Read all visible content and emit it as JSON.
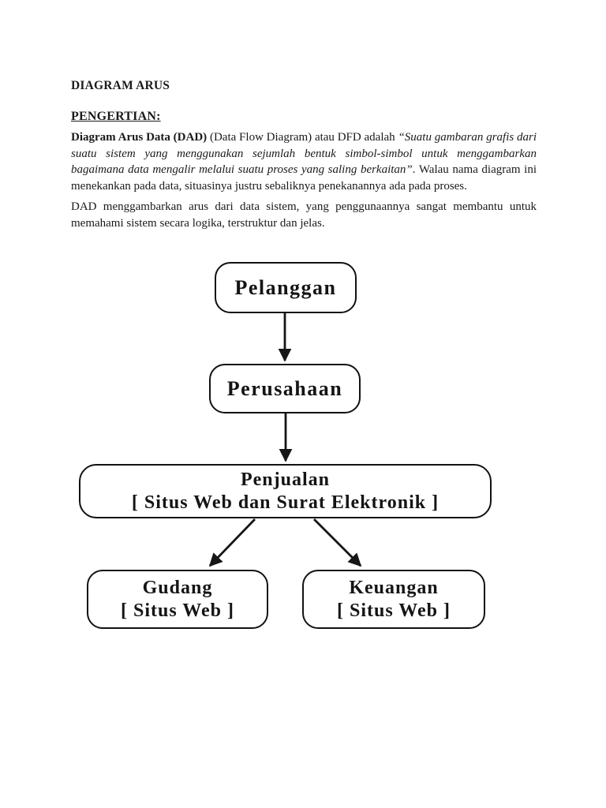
{
  "article": {
    "title": "DIAGRAM ARUS",
    "heading": "PENGERTIAN:",
    "p1_bold": "Diagram Arus Data (DAD)",
    "p1_normal1": " (Data Flow Diagram) atau DFD adalah ",
    "p1_italic": "“Suatu gambaran grafis dari suatu sistem yang menggunakan sejumlah bentuk simbol-simbol untuk menggambarkan bagaimana data mengalir melalui suatu proses yang saling berkaitan”",
    "p1_normal2": ". Walau nama diagram ini menekankan pada data, situasinya justru sebaliknya penekanannya ada pada proses.",
    "p2": "DAD menggambarkan arus dari data sistem, yang penggunaannya sangat membantu untuk memahami sistem secara logika, terstruktur dan jelas."
  },
  "diagram": {
    "nodes": [
      {
        "id": "pelanggan",
        "lines": [
          "Pelanggan"
        ]
      },
      {
        "id": "perusahaan",
        "lines": [
          "Perusahaan"
        ]
      },
      {
        "id": "penjualan",
        "lines": [
          "Penjualan",
          "[ Situs Web dan Surat Elektronik ]"
        ]
      },
      {
        "id": "gudang",
        "lines": [
          "Gudang",
          "[ Situs Web ]"
        ]
      },
      {
        "id": "keuangan",
        "lines": [
          "Keuangan",
          "[ Situs Web ]"
        ]
      }
    ],
    "edges": [
      {
        "from": "Pelanggan",
        "to": "Perusahaan"
      },
      {
        "from": "Perusahaan",
        "to": "Penjualan"
      },
      {
        "from": "Penjualan",
        "to": "Gudang"
      },
      {
        "from": "Penjualan",
        "to": "Keuangan"
      }
    ],
    "line_color": "#161616"
  }
}
